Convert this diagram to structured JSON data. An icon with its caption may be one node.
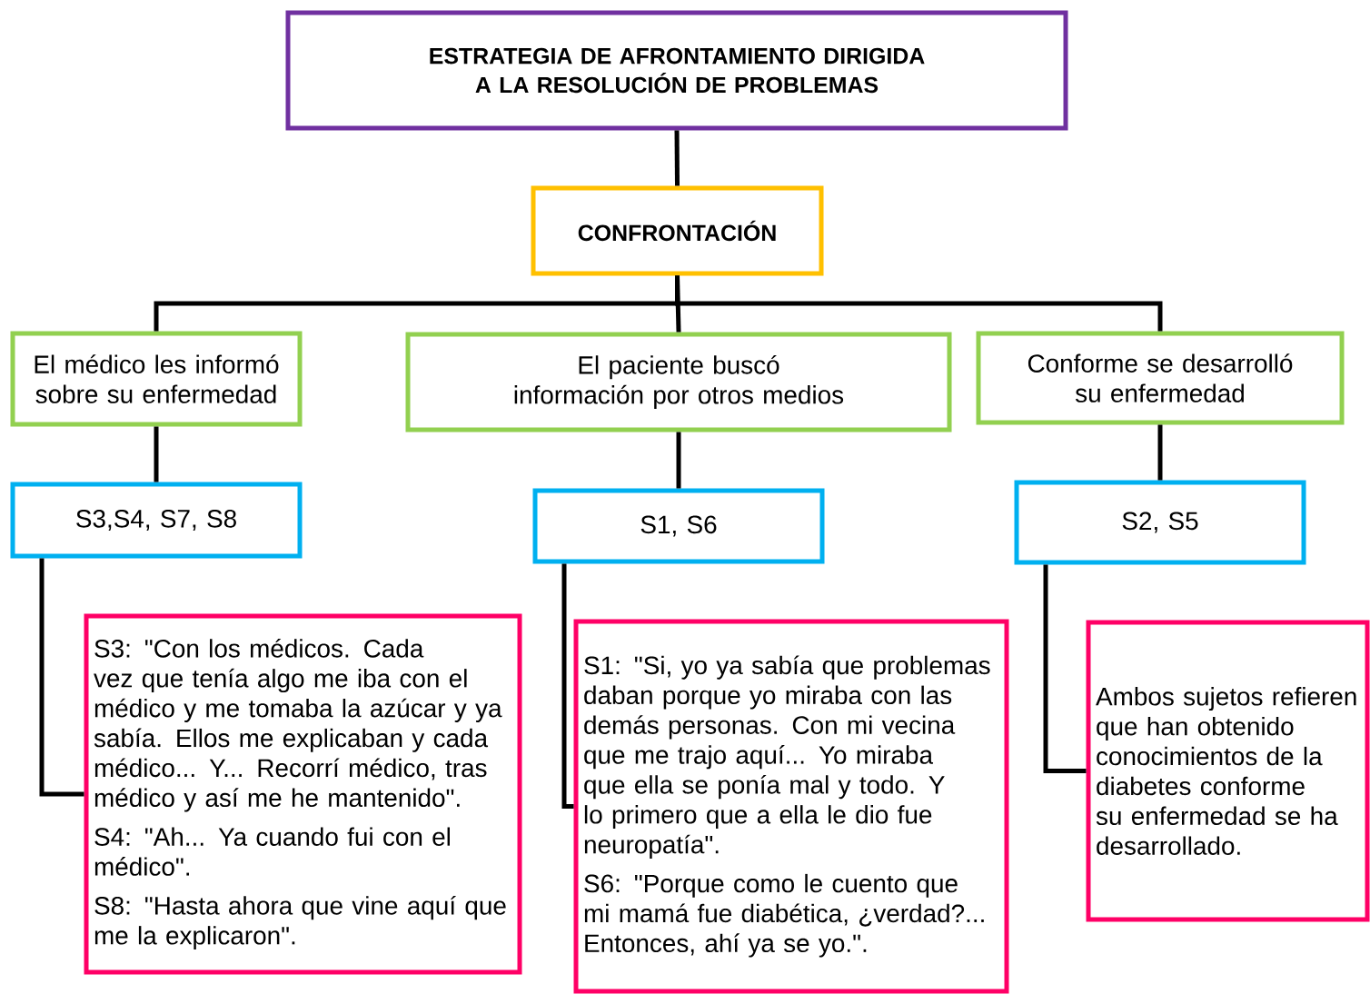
{
  "diagram": {
    "nodes": [
      {
        "text": [
          "ESTRATEGIA DE AFRONTAMIENTO DIRIGIDA A LA RESOLUCIÓN DE PROBLEMAS"
        ]
      },
      {
        "text": [
          "CONFRONTACIÓN"
        ]
      },
      {
        "text": [
          "El médico les informó sobre su enfermedad"
        ]
      },
      {
        "text": [
          "El paciente buscó información por otros medios"
        ]
      },
      {
        "text": [
          "Conforme se desarrolló su enfermedad"
        ]
      },
      {
        "text": [
          "S3,S4, S7, S8"
        ]
      },
      {
        "text": [
          "S1, S6"
        ]
      },
      {
        "text": [
          "S2, S5"
        ]
      },
      {
        "text": [
          "S3: \"Con los médicos. Cada vez que tenía algo me iba con el médico y me tomaba la azúcar y ya sabía. Ellos me explicaban y cada médico... Y... Recorrí médico, tras médico y así me he mantenido\".",
          "S4: \"Ah... Ya cuando fui con el médico\".",
          "S8: \"Hasta ahora que vine aquí que me la explicaron\"."
        ]
      },
      {
        "text": [
          "S1: \"Si, yo ya sabía que problemas daban porque yo miraba con las demás personas. Con mi vecina que me trajo aquí... Yo miraba que ella se ponía mal y todo. Y lo primero que a ella le dio fue neuropatía\".",
          "S6: \"Porque como le cuento que mi mamá fue diabética, ¿verdad?... Entonces, ahí ya se yo.\"."
        ]
      },
      {
        "text": [
          "Ambos sujetos refieren que han obtenido conocimientos de la diabetes conforme su enfermedad se ha desarrollado."
        ]
      }
    ],
    "edges": [
      {
        "from": 0,
        "to": 1,
        "arrow": "none"
      },
      {
        "from": 1,
        "to": 2,
        "arrow": "none"
      },
      {
        "from": 1,
        "to": 3,
        "arrow": "none"
      },
      {
        "from": 1,
        "to": 4,
        "arrow": "none"
      },
      {
        "from": 2,
        "to": 5,
        "arrow": "none"
      },
      {
        "from": 3,
        "to": 6,
        "arrow": "none"
      },
      {
        "from": 4,
        "to": 7,
        "arrow": "none"
      },
      {
        "from": 5,
        "to": 8,
        "arrow": "none"
      },
      {
        "from": 6,
        "to": 9,
        "arrow": "none"
      },
      {
        "from": 7,
        "to": 10,
        "arrow": "none"
      }
    ]
  }
}
